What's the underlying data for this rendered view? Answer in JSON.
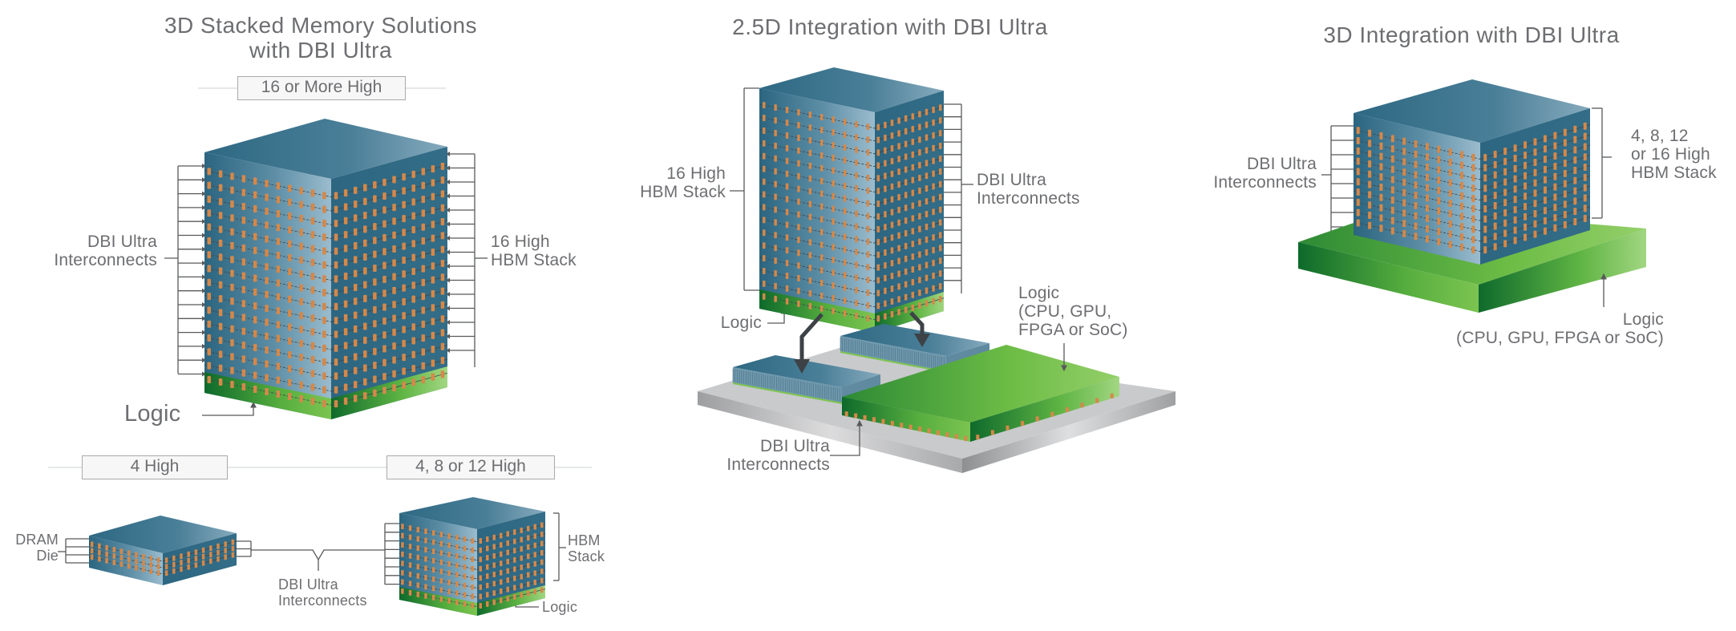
{
  "panels": {
    "stacked_memory": {
      "title": "3D Stacked Memory Solutions\nwith DBI Ultra",
      "tag_16": "16 or More High",
      "label_interconnects": "DBI Ultra\nInterconnects",
      "label_stack": "16 High\nHBM Stack",
      "label_logic": "Logic",
      "tag_4": "4 High",
      "tag_4_8_12": "4, 8 or 12 High",
      "label_dram": "DRAM\nDie",
      "label_shared_interconnects": "DBI Ultra\nInterconnects",
      "label_hbm": "HBM\nStack",
      "label_small_logic": "Logic"
    },
    "integration_2_5d": {
      "title": "2.5D Integration with DBI Ultra",
      "label_stack": "16 High\nHBM Stack",
      "label_interconnects": "DBI Ultra\nInterconnects",
      "label_logic": "Logic",
      "label_processor": "Logic\n(CPU, GPU,\nFPGA or SoC)",
      "label_bottom_interconnects": "DBI Ultra\nInterconnects"
    },
    "integration_3d": {
      "title": "3D Integration with DBI Ultra",
      "label_interconnects": "DBI Ultra\nInterconnects",
      "label_stack": "4, 8, 12\nor 16 High\nHBM Stack",
      "label_logic": "Logic\n(CPU, GPU, FPGA or SoC)"
    }
  },
  "colors": {
    "die_dark": "#2e6680",
    "die_light": "#8fb3c6",
    "pad": "#d4884a",
    "logic_dark": "#0f6b2c",
    "logic_light": "#8dcf56",
    "substrate": "#bdbec0",
    "leader": "#58595b"
  }
}
